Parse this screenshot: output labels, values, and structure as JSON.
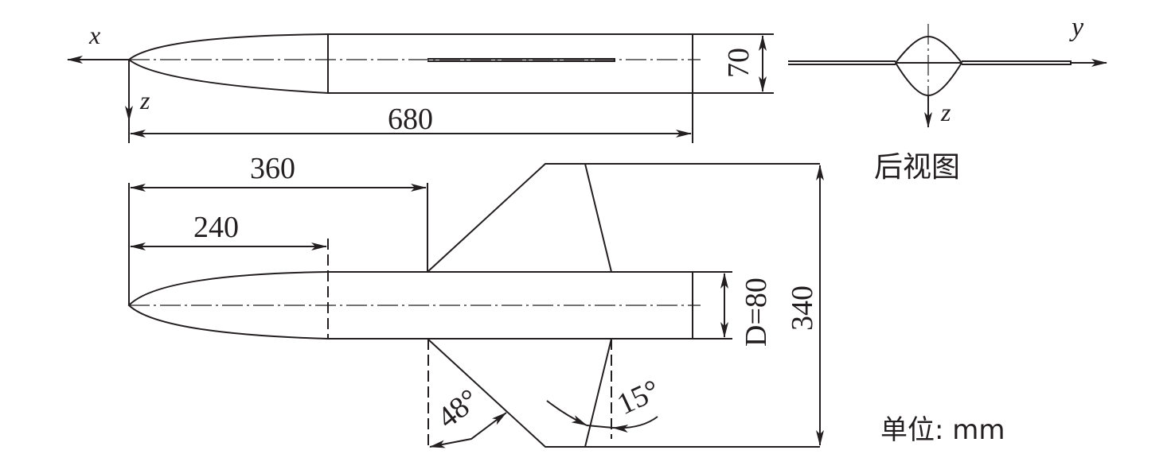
{
  "side_view": {
    "axis_x": "x",
    "axis_z": "z",
    "length": "680",
    "height": "70"
  },
  "rear_view": {
    "axis_y": "y",
    "axis_z": "z",
    "title": "后视图"
  },
  "plan_view": {
    "dim_360": "360",
    "dim_240": "240",
    "diameter": "D=80",
    "span": "340",
    "sweep_angle": "48°",
    "chord_angle": "15°"
  },
  "units": "单位: mm",
  "colors": {
    "line": "#231f20"
  }
}
